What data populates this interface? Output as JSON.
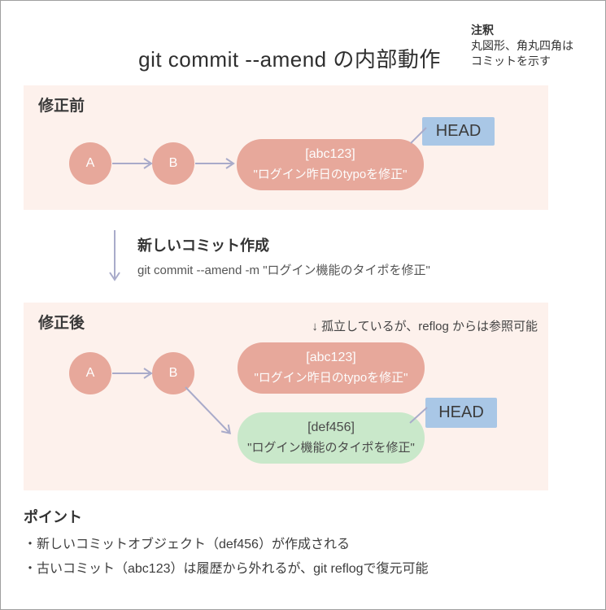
{
  "colors": {
    "panel_bg": "#fdf1ec",
    "salmon": "#e7a89b",
    "green": "#c9e8ca",
    "blue": "#a9c7e6",
    "line": "#a9abca"
  },
  "title": "git commit --amend の内部動作",
  "legend": {
    "heading": "注釈",
    "line1": "丸図形、角丸四角は",
    "line2": "コミットを示す"
  },
  "before": {
    "heading": "修正前",
    "node_a": "A",
    "node_b": "B",
    "commit": {
      "hash": "[abc123]",
      "message": "\"ログイン昨日のtypoを修正\""
    },
    "head_label": "HEAD"
  },
  "transition": {
    "label": "新しいコミット作成",
    "command": "git commit --amend -m \"ログイン機能のタイポを修正\""
  },
  "after": {
    "heading": "修正後",
    "note": "↓ 孤立しているが、reflog からは参照可能",
    "node_a": "A",
    "node_b": "B",
    "old_commit": {
      "hash": "[abc123]",
      "message": "\"ログイン昨日のtypoを修正\""
    },
    "new_commit": {
      "hash": "[def456]",
      "message": "\"ログイン機能のタイポを修正\""
    },
    "head_label": "HEAD"
  },
  "points": {
    "heading": "ポイント",
    "items": [
      "・新しいコミットオブジェクト（def456）が作成される",
      "・古いコミット（abc123）は履歴から外れるが、git reflogで復元可能"
    ]
  }
}
